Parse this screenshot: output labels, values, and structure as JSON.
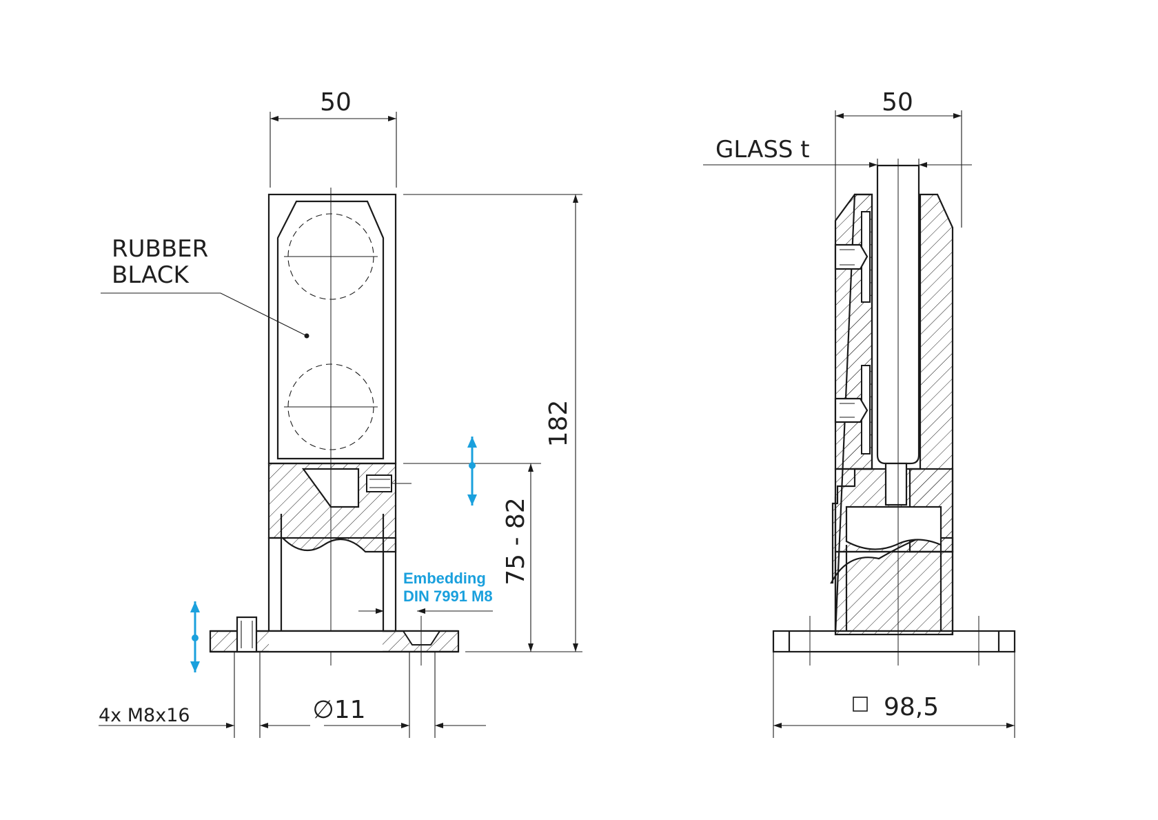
{
  "labels": {
    "rubber_line1": "RUBBER",
    "rubber_line2": "BLACK",
    "glass": "GLASS t",
    "embedding_line1": "Embedding",
    "embedding_line2": "DIN 7991 M8",
    "screws": "4x M8x16"
  },
  "dimensions": {
    "left_width": "50",
    "right_width": "50",
    "height": "182",
    "embed_range": "75 - 82",
    "hole_diameter": "∅11",
    "base_square": "98,5"
  },
  "colors": {
    "line": "#1a1a1a",
    "accent_blue": "#1aa0dd"
  },
  "icons": [
    "vertical-double-arrow-icon",
    "square-symbol-icon"
  ]
}
